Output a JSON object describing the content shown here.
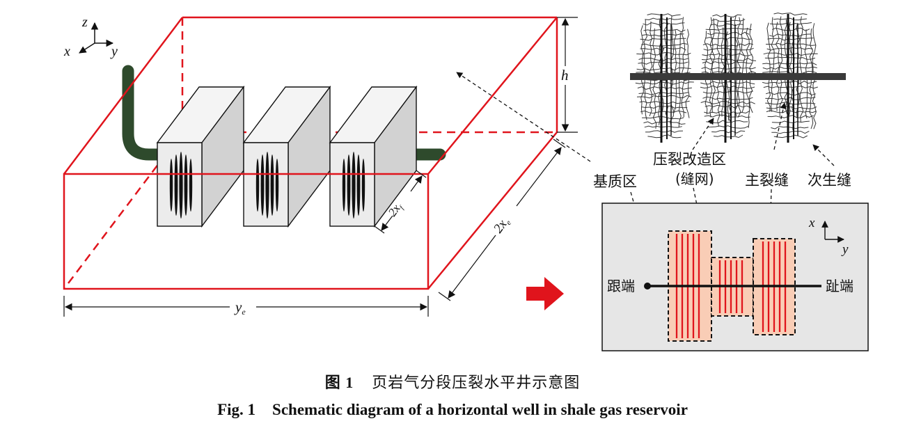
{
  "labels": {
    "axis_z": "z",
    "axis_x": "x",
    "axis_y": "y",
    "dim_h": "h",
    "dim_ye": "y",
    "dim_ye_sub": "e",
    "dim_2xe": "2x",
    "dim_2xe_sub": "e",
    "dim_2xf": "2x",
    "dim_2xf_sub": "f",
    "matrix_zone": "基质区",
    "stimulated_zone": "压裂改造区",
    "fracture_network": "(缝网)",
    "main_fracture": "主裂缝",
    "secondary_fracture": "次生缝",
    "heel": "跟端",
    "toe": "趾端",
    "plan_axis_x": "x",
    "plan_axis_y": "y"
  },
  "caption": {
    "cn_number": "图 1",
    "cn_text": "页岩气分段压裂水平井示意图",
    "en_number": "Fig. 1",
    "en_text": "Schematic diagram of a horizontal well in shale gas reservoir"
  },
  "colors": {
    "box_edge": "#e0141c",
    "well_pipe": "#2e4a2c",
    "fracture_block": "#e8e8e8",
    "plan_background": "#e6e6e6",
    "stimulated_fill": "#f9cdb6",
    "arrow": "#e0141c"
  }
}
